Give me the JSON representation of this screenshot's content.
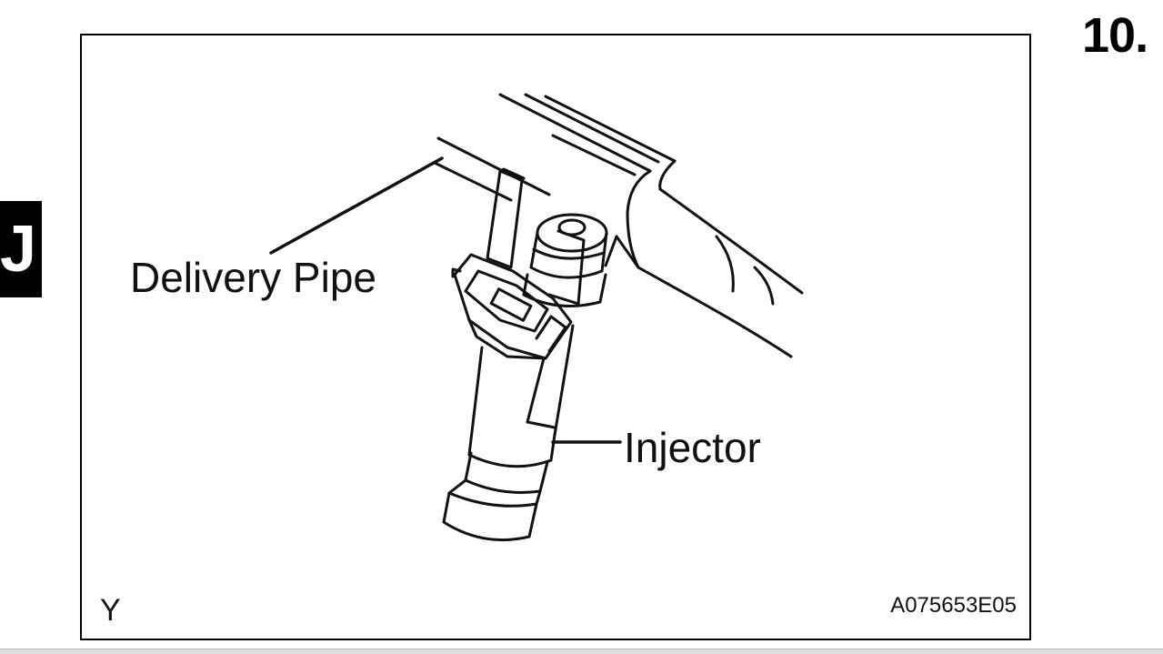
{
  "step_number": "10.",
  "section_tab": "J",
  "figure": {
    "labels": {
      "delivery_pipe": "Delivery Pipe",
      "injector": "Injector"
    },
    "corner_code": "Y",
    "figure_id": "A075653E05"
  },
  "icons": {
    "illustration": "fuel-injector-line-drawing"
  }
}
